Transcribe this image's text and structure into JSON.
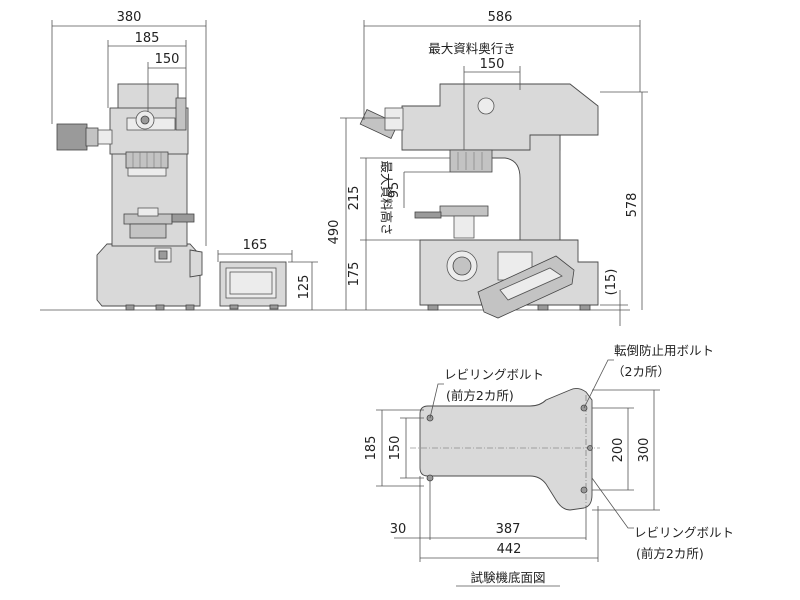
{
  "dimensions": {
    "front_width": "380",
    "front_mid": "185",
    "front_inner": "150",
    "controller_width": "165",
    "controller_height": "125",
    "side_width": "586",
    "side_top_150": "150",
    "height_490": "490",
    "height_215": "215",
    "height_95": "95",
    "height_175": "175",
    "height_578": "578",
    "foot_15": "(15)",
    "base_185": "185",
    "base_150": "150",
    "base_200": "200",
    "base_300": "300",
    "base_30": "30",
    "base_387": "387",
    "base_442": "442"
  },
  "labels": {
    "max_depth": "最大資料奥行き",
    "max_height": "最大資料高さ",
    "anti_tip_bolt": "転倒防止用ボルト",
    "anti_tip_count": "（2カ所）",
    "leveling_bolt_front_1": "レビリングボルト",
    "leveling_bolt_front_1_note": "(前方2カ所)",
    "leveling_bolt_front_2": "レビリングボルト",
    "leveling_bolt_front_2_note": "(前方2カ所)",
    "base_view_caption": "試験機底面図"
  }
}
